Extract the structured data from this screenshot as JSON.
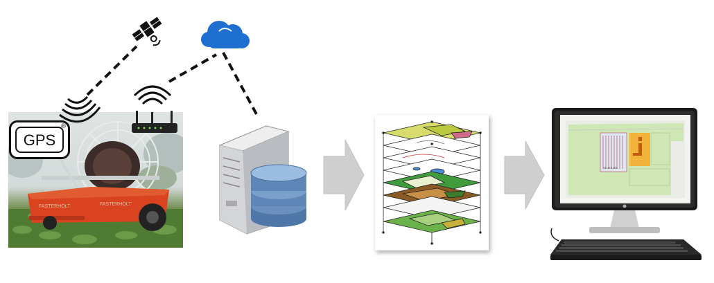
{
  "gps_device": {
    "label": "GPS",
    "mark": "®"
  },
  "photo": {
    "machine_brand_left": "FASTERHOLT",
    "machine_brand_right": "FASTERHOLT"
  },
  "icons": [
    "satellite-icon",
    "gps-signal-icon",
    "cloud-icon",
    "wifi-router-icon",
    "server-icon",
    "database-icon",
    "arrow-right-icon",
    "gis-layers-icon",
    "desktop-computer-icon",
    "keyboard-icon"
  ],
  "colors": {
    "cloud": "#1f6fd0",
    "database": "#5e86b6",
    "arrow": "#cfcfcf",
    "field_green": "#cfe7b4",
    "building_orange": "#f3b23b",
    "tractor_red": "#d9431f"
  }
}
